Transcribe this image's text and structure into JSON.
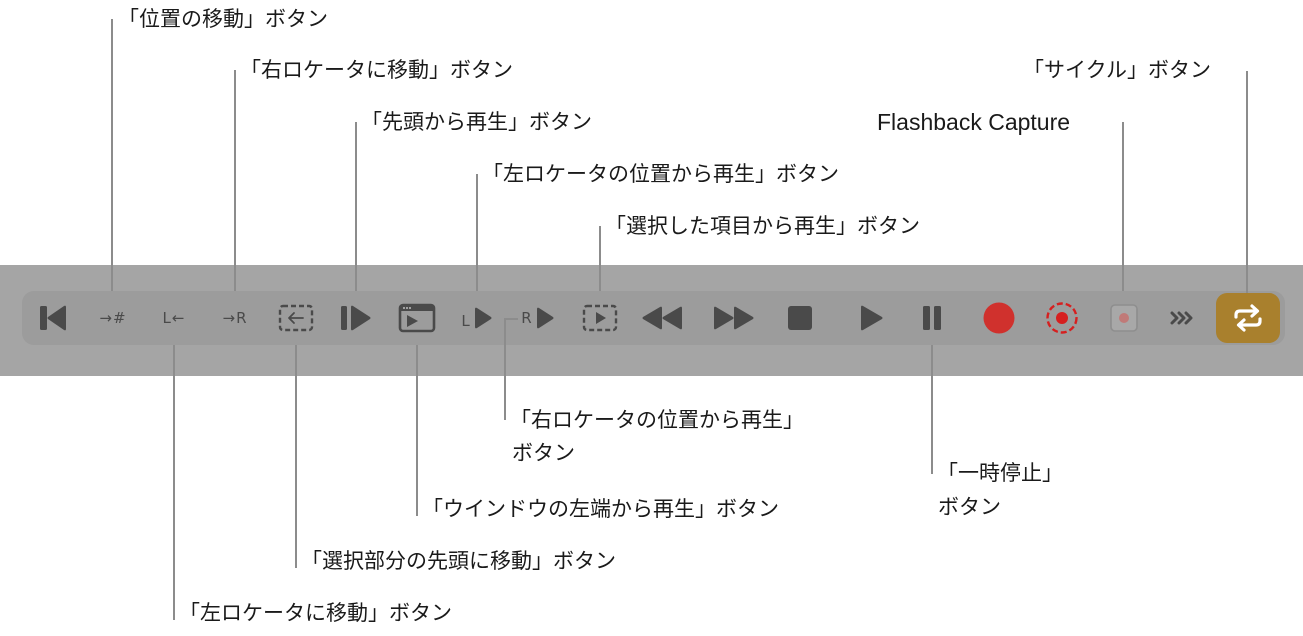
{
  "toolbar": {
    "background_color": "#9c9c9c",
    "band_color": "#a5a5a5",
    "icon_color": "#4a4a4a",
    "record_color": "#d0312d",
    "cycle_active_color": "#a9802d",
    "buttons": [
      {
        "id": "go-to-beginning",
        "icon": "skip-to-start-icon"
      },
      {
        "id": "go-to-position",
        "icon": "arrow-hash-icon",
        "glyph": "→#"
      },
      {
        "id": "go-to-left-locator",
        "icon": "l-arrow-left-icon",
        "glyph": "L←"
      },
      {
        "id": "go-to-right-locator",
        "icon": "arrow-r-icon",
        "glyph": "→R"
      },
      {
        "id": "go-to-selection-start",
        "icon": "dashed-box-arrow-left-icon"
      },
      {
        "id": "play-from-beginning",
        "icon": "bar-play-icon"
      },
      {
        "id": "play-from-window-left-edge",
        "icon": "window-play-icon"
      },
      {
        "id": "play-from-left-locator",
        "icon": "l-play-icon",
        "glyph": "L"
      },
      {
        "id": "play-from-right-locator",
        "icon": "r-play-icon",
        "glyph": "R"
      },
      {
        "id": "play-from-selection",
        "icon": "dashed-box-play-icon"
      },
      {
        "id": "rewind",
        "icon": "rewind-icon"
      },
      {
        "id": "fast-forward",
        "icon": "fast-forward-icon"
      },
      {
        "id": "stop",
        "icon": "stop-icon"
      },
      {
        "id": "play",
        "icon": "play-icon"
      },
      {
        "id": "pause",
        "icon": "pause-icon"
      },
      {
        "id": "record",
        "icon": "record-icon"
      },
      {
        "id": "replace-record",
        "icon": "dashed-record-icon"
      },
      {
        "id": "flashback-capture",
        "icon": "capture-record-icon"
      },
      {
        "id": "autopunch",
        "icon": "chevrons-icon"
      },
      {
        "id": "cycle",
        "icon": "cycle-icon",
        "active": true
      }
    ]
  },
  "callouts": {
    "go_to_position": "「位置の移動」ボタン",
    "go_to_right_locator": "「右ロケータに移動」ボタン",
    "play_from_beginning": "「先頭から再生」ボタン",
    "play_from_left_locator": "「左ロケータの位置から再生」ボタン",
    "play_from_selection": "「選択した項目から再生」ボタン",
    "cycle": "「サイクル」ボタン",
    "flashback_capture": "Flashback Capture",
    "play_from_right_locator_line1": "「右ロケータの位置から再生」",
    "play_from_right_locator_line2": "ボタン",
    "pause_line1": "「一時停止」",
    "pause_line2": "ボタン",
    "play_from_window_left_edge": "「ウインドウの左端から再生」ボタン",
    "go_to_selection_start": "「選択部分の先頭に移動」ボタン",
    "go_to_left_locator": "「左ロケータに移動」ボタン"
  },
  "glyphs": {
    "arrow_hash": "→#",
    "l_arrow": "L←",
    "arrow_r": "→R",
    "l": "L",
    "r": "R"
  }
}
